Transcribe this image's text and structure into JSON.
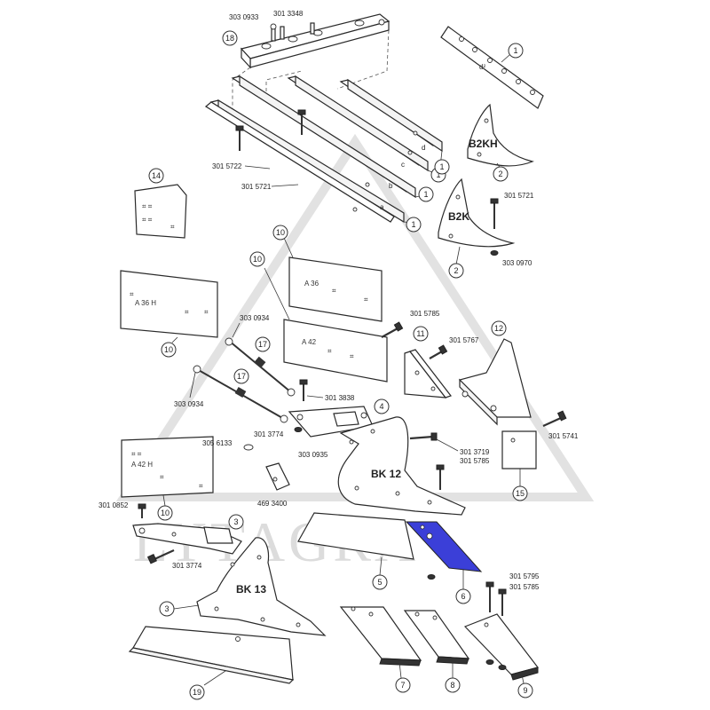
{
  "watermark": "LYTAGRA",
  "plate_labels": {
    "d2": "d²",
    "b2kh": "B2KH",
    "b2k": "B2K",
    "a36h": "A 36 H",
    "a36": "A 36",
    "a42": "A 42",
    "a42h": "A 42 H",
    "bk12": "BK 12",
    "bk13": "BK 13",
    "a": "a",
    "b": "b",
    "c": "c",
    "d": "d"
  },
  "part_codes": {
    "c3030933": "303 0933",
    "c3013348": "301 3348",
    "c3015722": "301 5722",
    "c3015721a": "301 5721",
    "c3015721b": "301 5721",
    "c3030970": "303 0970",
    "c3030934a": "303 0934",
    "c3030934b": "303 0934",
    "c3015785a": "301 5785",
    "c3015767": "301 5767",
    "c3013838": "301 3838",
    "c3013774a": "301 3774",
    "c3030935": "303 0935",
    "c3056133": "305 6133",
    "c3013719": "301 3719",
    "c3015785b": "301 5785",
    "c3015741": "301 5741",
    "c4693400": "469 3400",
    "c3010852": "301 0852",
    "c3013774b": "301 3774",
    "c3015795": "301 5795",
    "c3015785c": "301 5785"
  },
  "callouts": {
    "n18": "18",
    "n1a": "1",
    "n1b": "1",
    "n1c": "1",
    "n1d": "1",
    "n1e": "1",
    "n2a": "2",
    "n2b": "2",
    "n14": "14",
    "n10a": "10",
    "n10b": "10",
    "n10c": "10",
    "n10d": "10",
    "n17a": "17",
    "n17b": "17",
    "n11": "11",
    "n12": "12",
    "n4": "4",
    "n15": "15",
    "n3a": "3",
    "n3b": "3",
    "n5": "5",
    "n6": "6",
    "n7": "7",
    "n8": "8",
    "n9": "9",
    "n19": "19"
  },
  "colors": {
    "highlight": "#3b3fd8",
    "line": "#2a2a2a",
    "watermark": "#dcdcdc"
  }
}
